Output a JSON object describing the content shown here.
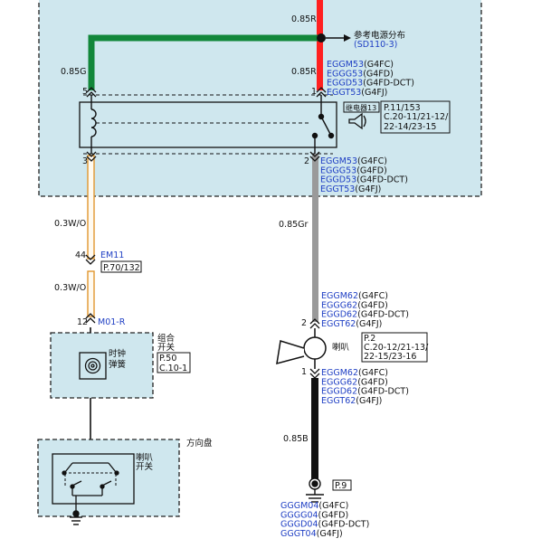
{
  "colors": {
    "panel_fill": "#cfe7ee",
    "wire_red": "#ff2020",
    "wire_green": "#12873a",
    "wire_gray": "#9a9a9a",
    "wire_black": "#111111",
    "wire_orange": "#f0a040",
    "code_blue": "#1f3fc4"
  },
  "wires": {
    "red_gauge": "0.85R",
    "green_gauge": "0.85G",
    "red_gauge_2": "0.85R",
    "orange_gauge_1": "0.3W/O",
    "orange_gauge_2": "0.3W/O",
    "gray_gauge": "0.85Gr",
    "black_gauge": "0.85B"
  },
  "power_ref": {
    "label": "参考电源分布",
    "ref": "(SD110-3)"
  },
  "relay": {
    "label": "继电器13",
    "page": "P.11/153",
    "coords_1": "C.20-11/21-12/",
    "coords_2": "22-14/23-15",
    "pin_5": "5",
    "pin_1": "1",
    "pin_3": "3",
    "pin_2": "2"
  },
  "top_codes": [
    {
      "code": "EGGM53",
      "model": "(G4FC)"
    },
    {
      "code": "EGGG53",
      "model": "(G4FD)"
    },
    {
      "code": "EGGD53",
      "model": "(G4FD-DCT)"
    },
    {
      "code": "EGGT53",
      "model": "(G4FJ)"
    }
  ],
  "pin2_codes": [
    {
      "code": "EGGM53",
      "model": "(G4FC)"
    },
    {
      "code": "EGGG53",
      "model": "(G4FD)"
    },
    {
      "code": "EGGD53",
      "model": "(G4FD-DCT)"
    },
    {
      "code": "EGGT53",
      "model": "(G4FJ)"
    }
  ],
  "connector_em11": {
    "pin": "44",
    "name": "EM11",
    "page": "P.70/132"
  },
  "connector_m01": {
    "pin": "12",
    "name": "M01-R"
  },
  "clock_spring": {
    "group_label_1": "组合",
    "group_label_2": "开关",
    "label_1": "时钟",
    "label_2": "弹簧",
    "page": "P.50",
    "coords": "C.10-1"
  },
  "steering_wheel": {
    "label": "方向盘",
    "switch_label_1": "喇叭",
    "switch_label_2": "开关"
  },
  "horn": {
    "label": "喇叭",
    "pin_top": "2",
    "pin_bottom": "1",
    "page": "P.2",
    "coords_1": "C.20-12/21-13/",
    "coords_2": "22-15/23-16",
    "codes_top": [
      {
        "code": "EGGM62",
        "model": "(G4FC)"
      },
      {
        "code": "EGGG62",
        "model": "(G4FD)"
      },
      {
        "code": "EGGD62",
        "model": "(G4FD-DCT)"
      },
      {
        "code": "EGGT62",
        "model": "(G4FJ)"
      }
    ],
    "codes_bottom": [
      {
        "code": "EGGM62",
        "model": "(G4FC)"
      },
      {
        "code": "EGGG62",
        "model": "(G4FD)"
      },
      {
        "code": "EGGD62",
        "model": "(G4FD-DCT)"
      },
      {
        "code": "EGGT62",
        "model": "(G4FJ)"
      }
    ]
  },
  "ground": {
    "ref": "P.9",
    "codes": [
      {
        "code": "GGGM04",
        "model": "(G4FC)"
      },
      {
        "code": "GGGG04",
        "model": "(G4FD)"
      },
      {
        "code": "GGGD04",
        "model": "(G4FD-DCT)"
      },
      {
        "code": "GGGT04",
        "model": "(G4FJ)"
      }
    ]
  }
}
